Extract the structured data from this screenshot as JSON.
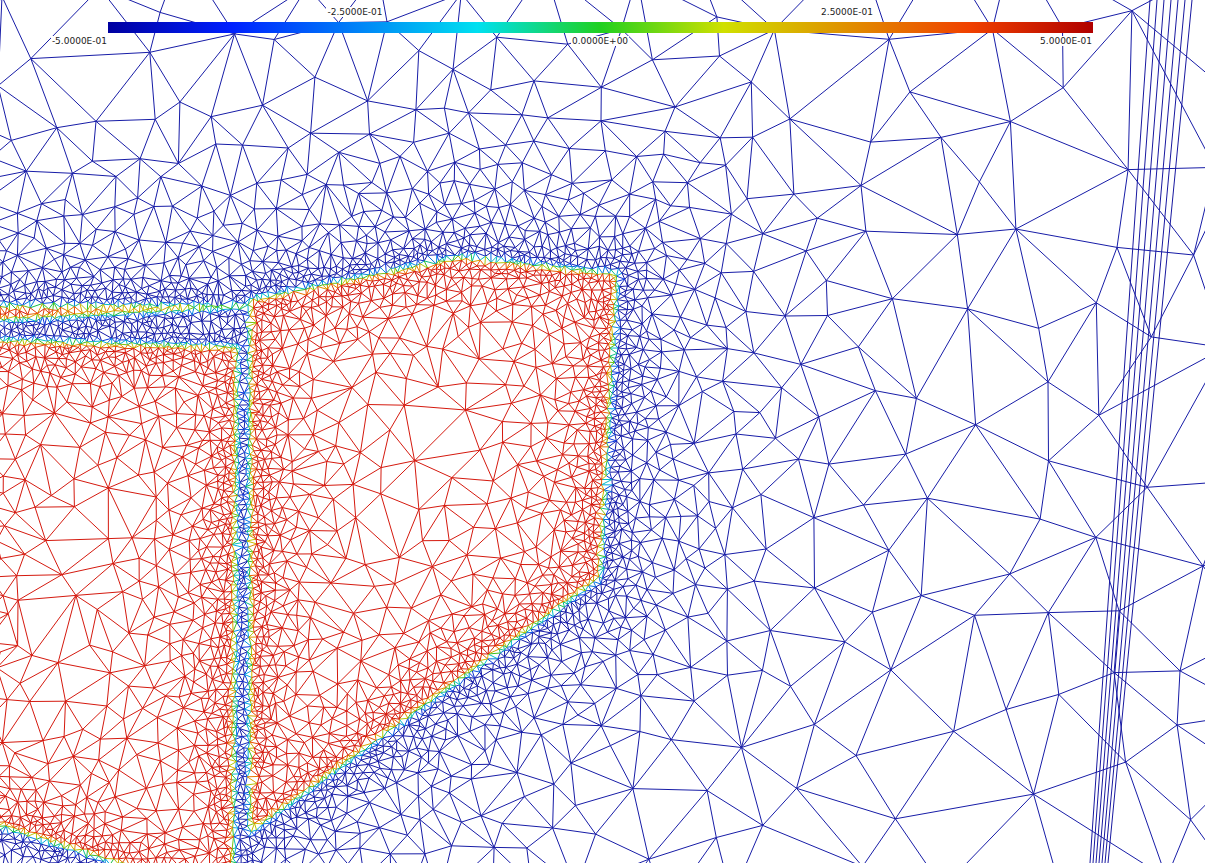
{
  "diagram": {
    "labels": [
      "-5.0000E-01",
      "-2.5000E-01",
      "0.0000E+00",
      "2.5000E-01",
      "5.0000E-01"
    ]
  }
}
